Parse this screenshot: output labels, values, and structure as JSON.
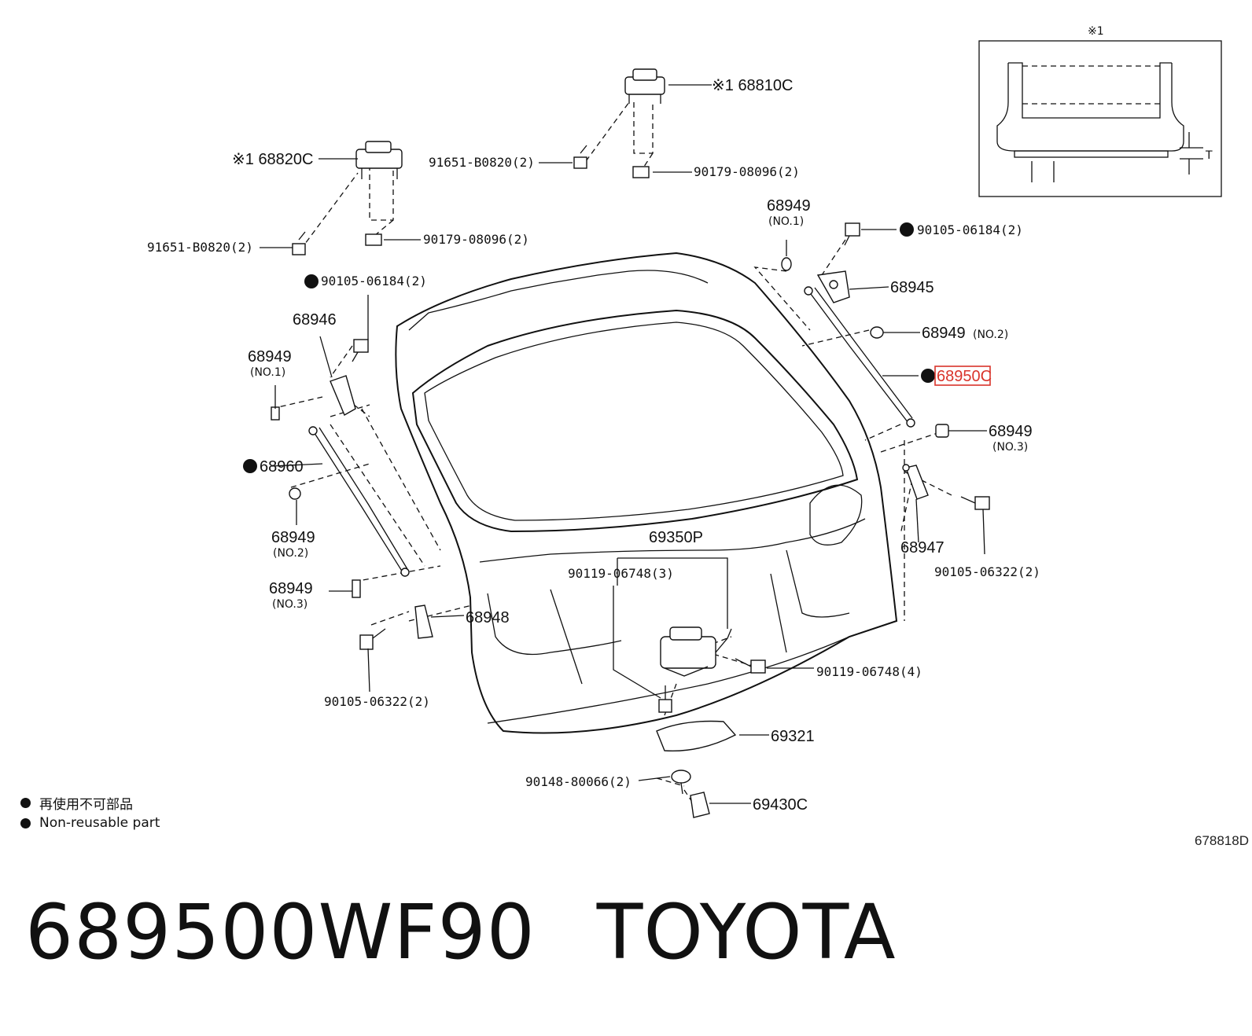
{
  "caption": {
    "part_number": "689500WF90",
    "brand": "TOYOTA"
  },
  "reference_code": "678818D",
  "legend": [
    {
      "symbol": "dot-icon",
      "text": "再使用不可部品"
    },
    {
      "symbol": "dot-icon",
      "text": "Non-reusable part"
    }
  ],
  "inset": {
    "label": "※1",
    "dimension": "T"
  },
  "labels": {
    "l68810c": "※1 68810C",
    "l68820c": "※1 68820C",
    "l91651_top": "91651-B0820(2)",
    "l90179_top": "90179-08096(2)",
    "l91651_left": "91651-B0820(2)",
    "l90179_left": "90179-08096(2)",
    "l68949_no1_top": "68949",
    "l68949_no1_top_sub": "(NO.1)",
    "l90105_right": "90105-06184(2)",
    "l68945": "68945",
    "l68949_no2_right": "68949",
    "l68949_no2_right_sub": "(NO.2)",
    "l68950c": "68950C",
    "l68949_no3_right": "68949",
    "l68949_no3_right_sub": "(NO.3)",
    "l68947": "68947",
    "l90105_06322_right": "90105-06322(2)",
    "l90105_left": "90105-06184(2)",
    "l68946": "68946",
    "l68949_no1_left": "68949",
    "l68949_no1_left_sub": "(NO.1)",
    "l68960": "68960",
    "l68949_no2_left": "68949",
    "l68949_no2_left_sub": "(NO.2)",
    "l68949_no3_left": "68949",
    "l68949_no3_left_sub": "(NO.3)",
    "l68948": "68948",
    "l90105_06322_left": "90105-06322(2)",
    "l69350p": "69350P",
    "l90119_3": "90119-06748(3)",
    "l90119_4": "90119-06748(4)",
    "l69321": "69321",
    "l90148": "90148-80066(2)",
    "l69430c": "69430C"
  },
  "highlight_color": "#d9342b"
}
